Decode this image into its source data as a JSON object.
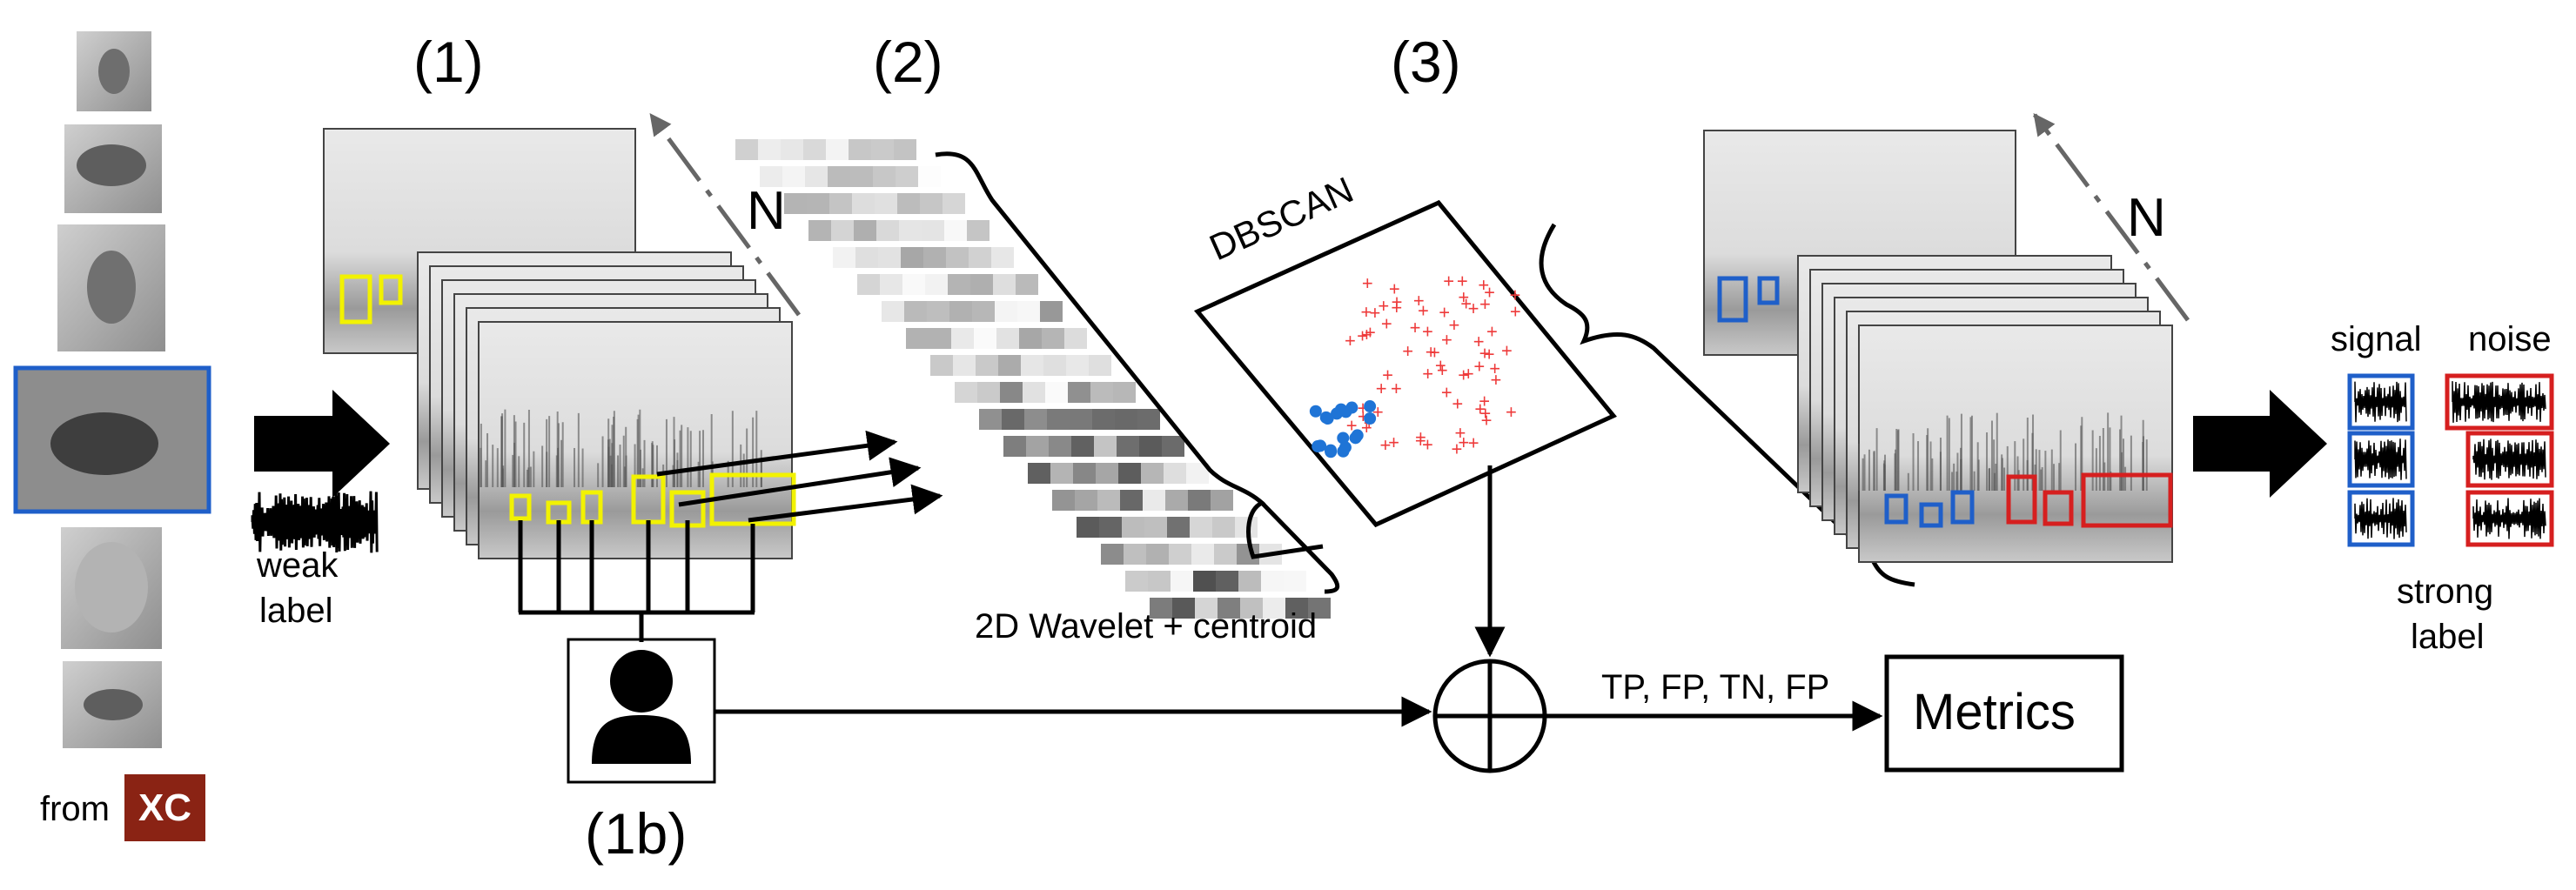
{
  "labels": {
    "step1": "(1)",
    "step2": "(2)",
    "step3": "(3)",
    "step1b": "(1b)",
    "n_left": "N",
    "n_right": "N",
    "dbscan": "DBSCAN",
    "wavelet": "2D Wavelet + centroid",
    "weak_label_line1": "weak",
    "weak_label_line2": "label",
    "from": "from",
    "source_logo": "XC",
    "signal": "signal",
    "noise": "noise",
    "strong_label_line1": "strong",
    "strong_label_line2": "label",
    "confusion": "TP, FP, TN, FP",
    "metrics": "Metrics"
  },
  "icons": [
    "bird-photo",
    "waveform-icon",
    "user-icon",
    "xor-combiner-icon",
    "arrow-icon"
  ],
  "colors": {
    "weak_box": "#f2f200",
    "highlight": "#1f5fc9",
    "signal_box": "#1f5fc9",
    "noise_box": "#d61f1f",
    "cluster_noise": "#ee3b3b",
    "cluster_signal": "#1f74d6",
    "logo_bg": "#8a2314"
  }
}
